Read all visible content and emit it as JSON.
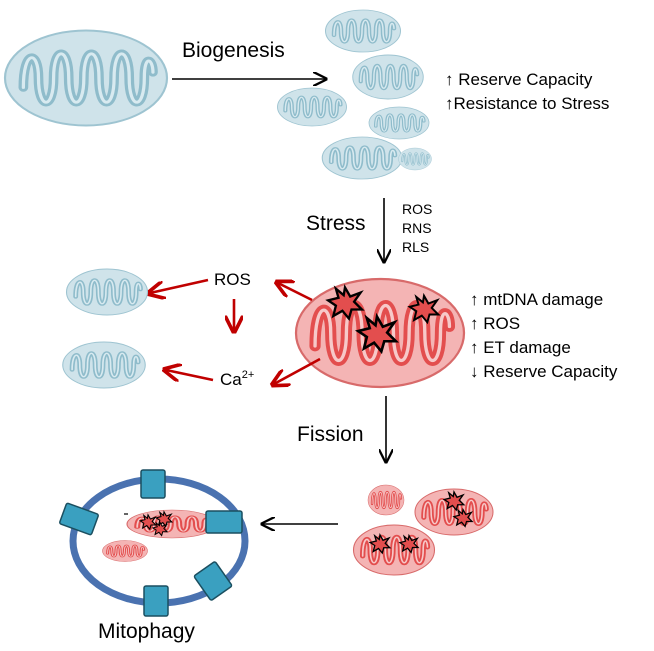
{
  "labels": {
    "biogenesis": "Biogenesis",
    "stress": "Stress",
    "fission": "Fission",
    "mitophagy": "Mitophagy",
    "ros_center": "ROS",
    "ca_base": "Ca",
    "ca_sup": "2+"
  },
  "stressors": [
    "ROS",
    "RNS",
    "RLS"
  ],
  "biogenesis_effects": [
    "↑ Reserve Capacity",
    "↑Resistance to Stress"
  ],
  "stress_effects": [
    "↑ mtDNA damage",
    "↑ ROS",
    "↑ ET damage",
    "↓ Reserve Capacity"
  ],
  "colors": {
    "healthy_fill": "#cfe3ea",
    "healthy_stroke": "#9ec4d1",
    "healthy_crista": "#8fbccb",
    "damaged_fill": "#f4b4b4",
    "damaged_stroke": "#d86a6a",
    "damaged_crista": "#e34e4e",
    "red_arrow": "#c00000",
    "autophagosome": "#4a72b0",
    "receptor": "#3aa0c0"
  }
}
